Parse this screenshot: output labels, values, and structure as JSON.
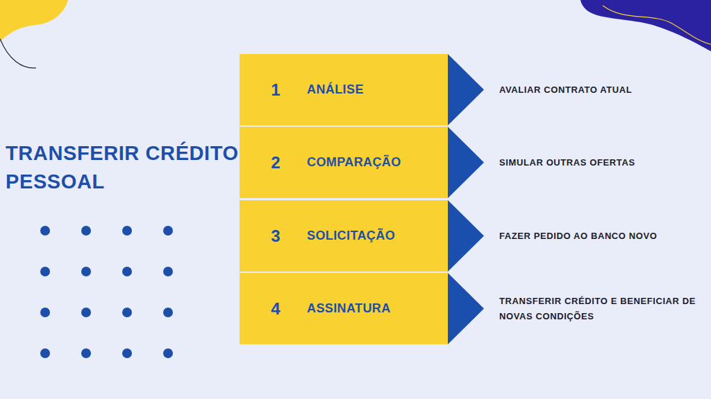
{
  "diagram": {
    "title": "TRANSFERIR CRÉDITO PESSOAL",
    "nodes": [
      {
        "text": [
          "1",
          "ANÁLISE"
        ]
      },
      {
        "text": [
          "2",
          "COMPARAÇÃO"
        ]
      },
      {
        "text": [
          "3",
          "SOLICITAÇÃO"
        ]
      },
      {
        "text": [
          "4",
          "ASSINATURA"
        ]
      }
    ],
    "labels": [
      "AVALIAR CONTRATO ATUAL",
      "SIMULAR OUTRAS OFERTAS",
      "FAZER PEDIDO AO BANCO NOVO",
      "TRANSFERIR CRÉDITO E BENEFICIAR DE NOVAS CONDIÇÕES"
    ]
  }
}
